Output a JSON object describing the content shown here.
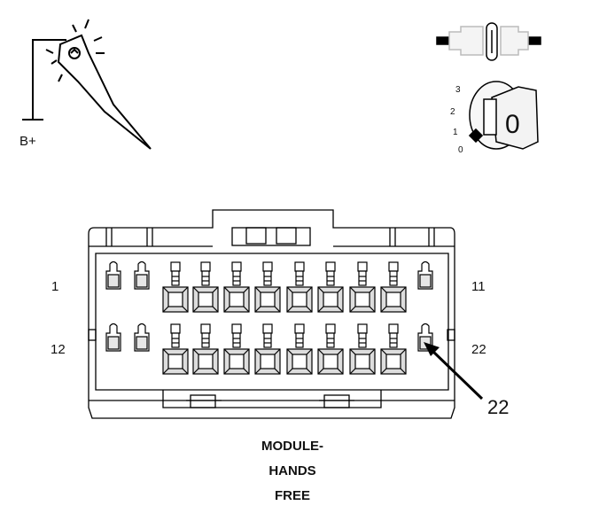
{
  "probe": {
    "label": "B+",
    "icon": "test-light-probe-icon"
  },
  "fuse_icon": "fuse-icon",
  "ignition": {
    "icon": "ignition-key-icon",
    "positions": [
      "3",
      "2",
      "1",
      "0"
    ],
    "key_label": "0"
  },
  "connector": {
    "icon": "connector-face-icon",
    "pin_labels": {
      "top_left": "1",
      "top_right": "11",
      "bottom_left": "12",
      "bottom_right": "22"
    },
    "callout": "22"
  },
  "caption": {
    "line1": "MODULE-",
    "line2": "HANDS",
    "line3": "FREE"
  }
}
